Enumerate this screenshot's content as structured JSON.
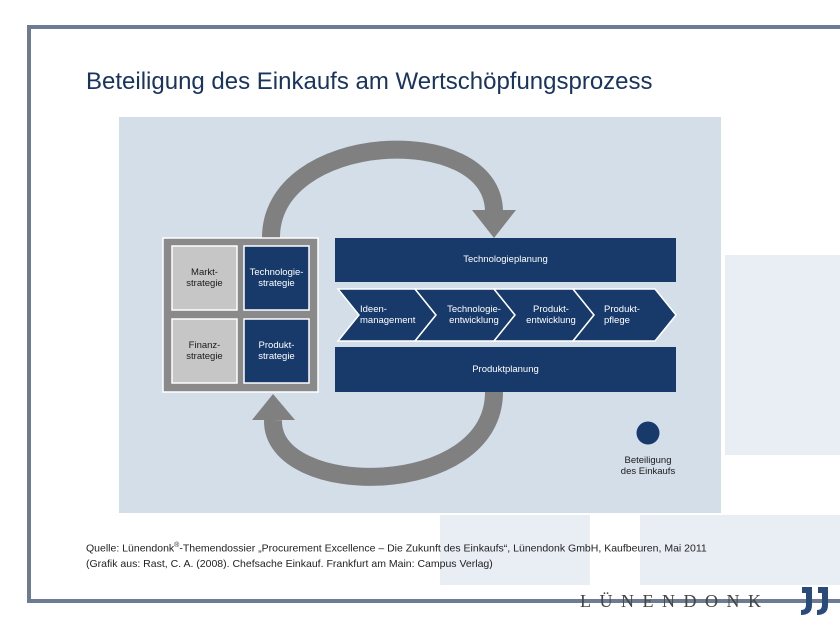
{
  "title": "Beteiligung des Einkaufs am Wertschöpfungsprozess",
  "strategy_boxes": {
    "markt": "Markt-\nstrategie",
    "technologie": "Technologie-\nstrategie",
    "finanz": "Finanz-\nstrategie",
    "produkt": "Produkt-\nstrategie"
  },
  "planning": {
    "top": "Technologieplanung",
    "bottom": "Produktplanung"
  },
  "process_steps": [
    "Ideen-\nmanagement",
    "Technologie-\nentwicklung",
    "Produkt-\nentwicklung",
    "Produkt-\npflege"
  ],
  "legend": {
    "label": "Beteiligung\ndes Einkaufs"
  },
  "source": {
    "line1_prefix": "Quelle: Lünendonk",
    "line1_sup": "®",
    "line1_rest": "-Themendossier „Procurement Excellence – Die Zukunft des Einkaufs“, Lünendonk GmbH, Kaufbeuren, Mai 2011",
    "line2": "(Grafik aus: Rast, C. A. (2008). Chefsache Einkauf. Frankfurt am Main: Campus Verlag)"
  },
  "logo": {
    "text": "LÜNENDONK"
  },
  "colors": {
    "navy": "#173a6b",
    "gray_box": "#c6c6c6",
    "gray_container": "#8a8a8a",
    "arrow_gray": "#808080",
    "panel": "#d3dee8",
    "frame": "#6d7c93",
    "title": "#1a3460"
  }
}
